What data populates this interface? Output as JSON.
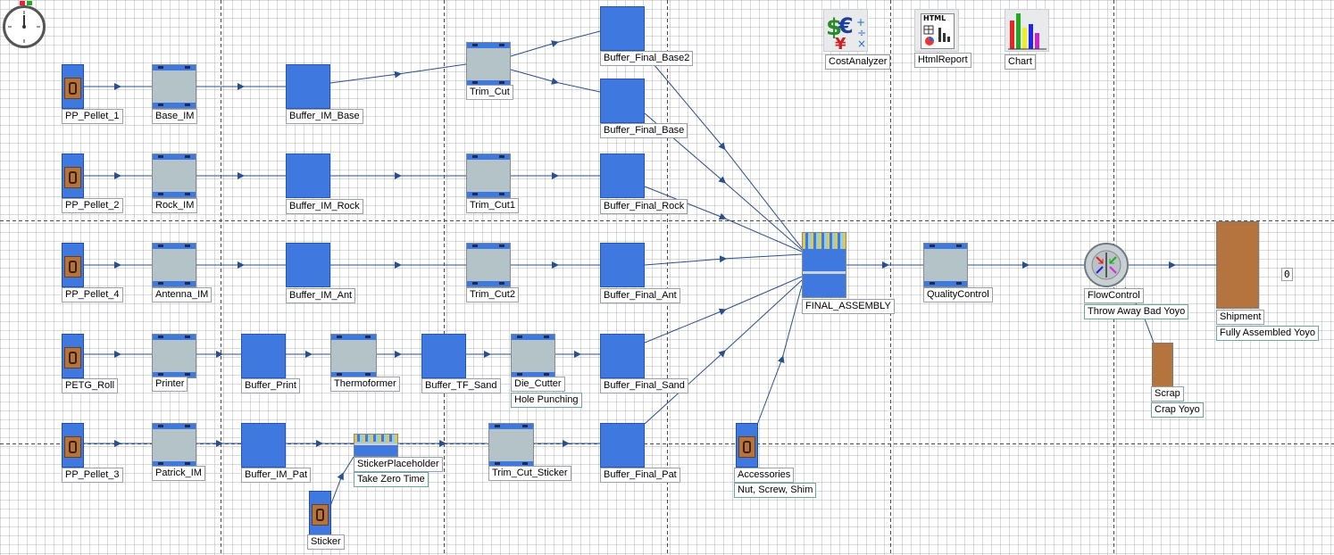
{
  "colors": {
    "accent_blue": "#3f79e0",
    "processor_gray": "#b4c3c7",
    "crate_brown": "#b5733d",
    "connector": "#2b4f8a"
  },
  "tools": {
    "cost_analyzer": "CostAnalyzer",
    "html_report": "HtmlReport",
    "chart": "Chart",
    "html_icon_text": "HTML"
  },
  "sources": {
    "pp_pellet_1": "PP_Pellet_1",
    "pp_pellet_2": "PP_Pellet_2",
    "pp_pellet_4": "PP_Pellet_4",
    "petg_roll": "PETG_Roll",
    "pp_pellet_3": "PP_Pellet_3",
    "sticker": "Sticker",
    "accessories": "Accessories",
    "accessories_desc": "Nut, Screw, Shim"
  },
  "processors": {
    "base_im": "Base_IM",
    "rock_im": "Rock_IM",
    "antenna_im": "Antenna_IM",
    "printer": "Printer",
    "patrick_im": "Patrick_IM",
    "trim_cut": "Trim_Cut",
    "trim_cut1": "Trim_Cut1",
    "trim_cut2": "Trim_Cut2",
    "thermoformer": "Thermoformer",
    "die_cutter": "Die_Cutter",
    "die_cutter_desc": "Hole Punching",
    "trim_cut_sticker": "Trim_Cut_Sticker",
    "quality_control": "QualityControl"
  },
  "queues": {
    "buffer_im_base": "Buffer_IM_Base",
    "buffer_final_base2": "Buffer_Final_Base2",
    "buffer_final_base": "Buffer_Final_Base",
    "buffer_im_rock": "Buffer_IM_Rock",
    "buffer_final_rock": "Buffer_Final_Rock",
    "buffer_im_ant": "Buffer_IM_Ant",
    "buffer_final_ant": "Buffer_Final_Ant",
    "buffer_print": "Buffer_Print",
    "buffer_tf_sand": "Buffer_TF_Sand",
    "buffer_final_sand": "Buffer_Final_Sand",
    "buffer_im_pat": "Buffer_IM_Pat",
    "buffer_final_pat": "Buffer_Final_Pat"
  },
  "combiners": {
    "sticker_placeholder": "StickerPlaceholder",
    "sticker_placeholder_desc": "Take Zero Time",
    "final_assembly": "FINAL_ASSEMBLY"
  },
  "flow": {
    "flow_control": "FlowControl",
    "flow_control_desc": "Throw Away Bad Yoyo"
  },
  "sinks": {
    "shipment": "Shipment",
    "shipment_desc": "Fully Assembled Yoyo",
    "shipment_count": "0",
    "scrap": "Scrap",
    "scrap_desc": "Crap Yoyo"
  }
}
